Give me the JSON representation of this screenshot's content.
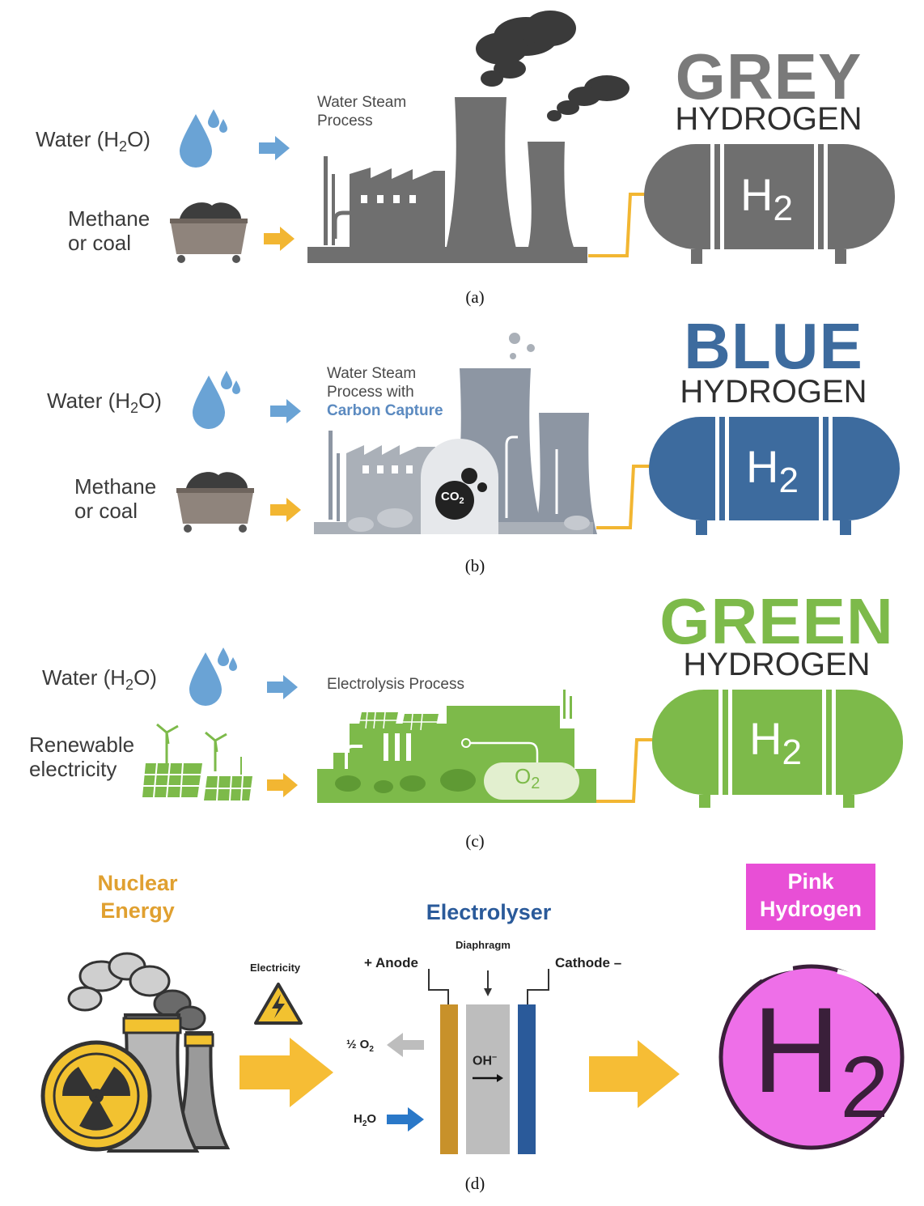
{
  "panel_a": {
    "title": "GREY",
    "subtitle": "HYDROGEN",
    "title_color": "#7a7a7a",
    "input_water": "Water (H",
    "input_water_sub": "2",
    "input_water_end": "O)",
    "input_fuel_line1": "Methane",
    "input_fuel_line2": "or coal",
    "process_line1": "Water Steam",
    "process_line2": "Process",
    "tank_label": "H",
    "tank_sub": "2",
    "caption": "(a)"
  },
  "panel_b": {
    "title": "BLUE",
    "subtitle": "HYDROGEN",
    "title_color": "#3d6b9e",
    "input_water": "Water (H",
    "input_water_sub": "2",
    "input_water_end": "O)",
    "input_fuel_line1": "Methane",
    "input_fuel_line2": "or coal",
    "process_line1": "Water Steam",
    "process_line2": "Process with",
    "process_line3": "Carbon Capture",
    "co2_label": "CO",
    "co2_sub": "2",
    "tank_label": "H",
    "tank_sub": "2",
    "caption": "(b)"
  },
  "panel_c": {
    "title": "GREEN",
    "subtitle": "HYDROGEN",
    "title_color": "#7dba4a",
    "input_water": "Water (H",
    "input_water_sub": "2",
    "input_water_end": "O)",
    "input_power_line1": "Renewable",
    "input_power_line2": "electricity",
    "process_line1": "Electrolysis Process",
    "o2_label": "O",
    "o2_sub": "2",
    "tank_label": "H",
    "tank_sub": "2",
    "caption": "(c)"
  },
  "panel_d": {
    "nuclear_line1": "Nuclear",
    "nuclear_line2": "Energy",
    "nuclear_color": "#e0a030",
    "electrolyser": "Electrolyser",
    "electrolyser_color": "#2a5a9a",
    "pink_line1": "Pink",
    "pink_line2": "Hydrogen",
    "pink_color": "#e84fd6",
    "electricity": "Electricity",
    "anode": "+ Anode",
    "cathode": "Cathode –",
    "diaphragm": "Diaphragm",
    "o2_out": "½ O",
    "o2_out_sub": "2",
    "h2o_in": "H",
    "h2o_in_sub": "2",
    "h2o_in_end": "O",
    "ion": "OH",
    "ion_sup": "–",
    "h2_label": "H",
    "h2_sub": "2",
    "caption": "(d)"
  },
  "colors": {
    "water_arrow": "#6aa3d5",
    "fuel_arrow": "#f2b632",
    "pipe": "#f2b632",
    "grey": "#6f6f6f",
    "blue_tank": "#3d6b9e",
    "green": "#7dba4a",
    "pink_circle": "#ee6fe8"
  }
}
